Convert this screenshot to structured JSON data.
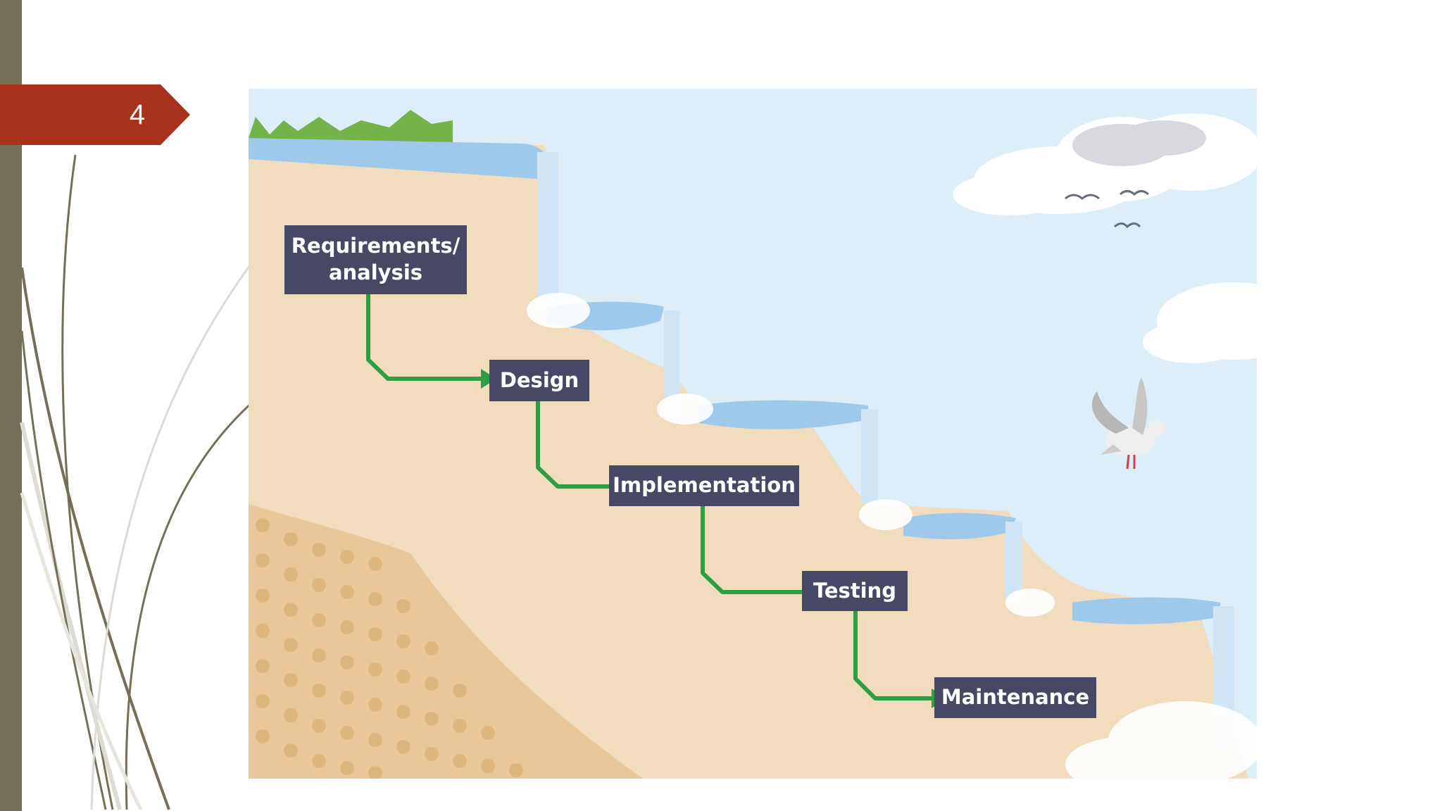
{
  "slide": {
    "page_number": "4"
  },
  "diagram": {
    "steps": [
      {
        "label": "Requirements/\nanalysis"
      },
      {
        "label": "Design"
      },
      {
        "label": "Implementation"
      },
      {
        "label": "Testing"
      },
      {
        "label": "Maintenance"
      }
    ]
  },
  "colors": {
    "left_bar": "#756f57",
    "page_badge": "#a8321c",
    "step_box": "#474766",
    "arrow": "#2c9f45",
    "sky": "#ddeef8",
    "sand": "#f1dcbd",
    "water": "#9ec9ea"
  }
}
